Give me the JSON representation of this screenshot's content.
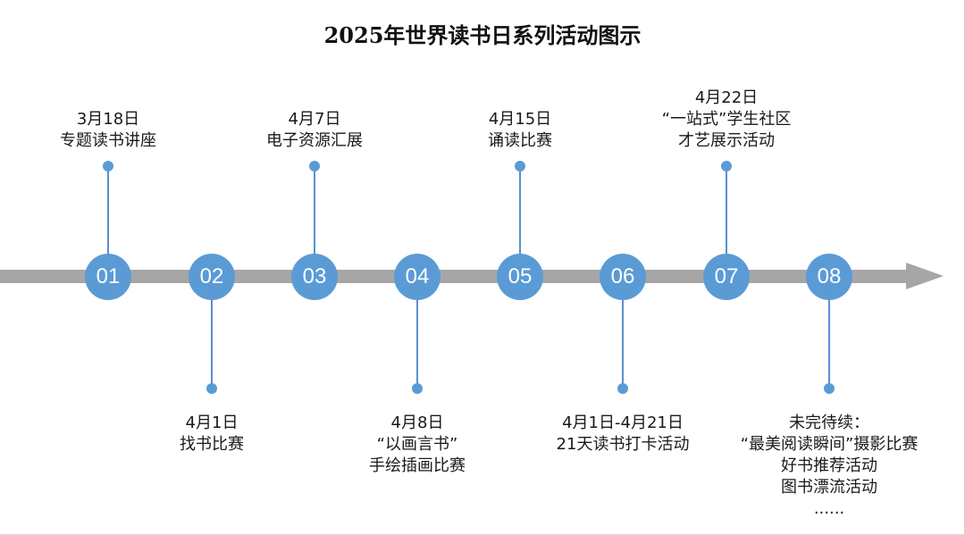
{
  "title": "2025年世界读书日系列活动图示",
  "colors": {
    "node": "#5b9bd5",
    "axis": "#a6a6a6",
    "stem": "#5b8fd1"
  },
  "events": [
    {
      "number": "01",
      "position": "above",
      "lines": [
        "3月18日",
        "专题读书讲座"
      ]
    },
    {
      "number": "02",
      "position": "below",
      "lines": [
        "4月1日",
        "找书比赛"
      ]
    },
    {
      "number": "03",
      "position": "above",
      "lines": [
        "4月7日",
        "电子资源汇展"
      ]
    },
    {
      "number": "04",
      "position": "below",
      "lines": [
        "4月8日",
        "“以画言书”",
        "手绘插画比赛"
      ]
    },
    {
      "number": "05",
      "position": "above",
      "lines": [
        "4月15日",
        "诵读比赛"
      ]
    },
    {
      "number": "06",
      "position": "below",
      "lines": [
        "4月1日-4月21日",
        "21天读书打卡活动"
      ]
    },
    {
      "number": "07",
      "position": "above",
      "lines": [
        "4月22日",
        "“一站式”学生社区",
        "才艺展示活动"
      ]
    },
    {
      "number": "08",
      "position": "below",
      "lines": [
        "未完待续：",
        "“最美阅读瞬间”摄影比赛",
        "好书推荐活动",
        "图书漂流活动",
        "......"
      ]
    }
  ]
}
